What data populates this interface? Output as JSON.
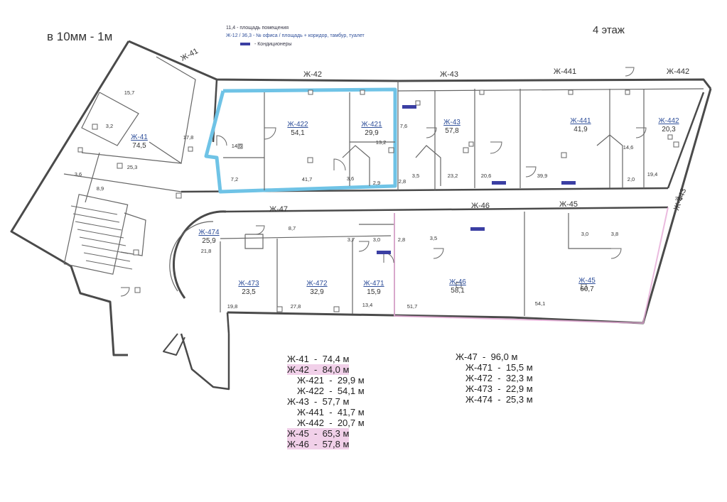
{
  "header": {
    "scale": "в 10мм - 1м",
    "floor": "4 этаж"
  },
  "legend": {
    "area_sample": "11,4",
    "area_text": "- площадь помещения",
    "office_sample": "Ж-12 / 36,3",
    "office_text": "- № офиса / площадь + коридор, тамбур, туалет",
    "ac_text": "- Кондиционеры"
  },
  "colors": {
    "wall": "#4a4a4a",
    "thin": "#666666",
    "selection": "#6fc3e6",
    "highlight": "#e6aad7",
    "label_blue": "#2f4f9a",
    "ac_tag": "#3b3fa3"
  },
  "corridors": [
    {
      "id": "c41",
      "label": "Ж-41"
    },
    {
      "id": "c42",
      "label": "Ж-42"
    },
    {
      "id": "c43",
      "label": "Ж-43"
    },
    {
      "id": "c441",
      "label": "Ж-441"
    },
    {
      "id": "c442",
      "label": "Ж-442"
    },
    {
      "id": "c443",
      "label": "Ж-443"
    },
    {
      "id": "c47",
      "label": "Ж-47"
    },
    {
      "id": "c46",
      "label": "Ж-46"
    },
    {
      "id": "c45",
      "label": "Ж-45"
    }
  ],
  "offices": [
    {
      "id": "o41",
      "code": "Ж-41",
      "area": "74,5"
    },
    {
      "id": "o422",
      "code": "Ж-422",
      "area": "54,1"
    },
    {
      "id": "o421",
      "code": "Ж-421",
      "area": "29,9"
    },
    {
      "id": "o43",
      "code": "Ж-43",
      "area": "57,8"
    },
    {
      "id": "o441",
      "code": "Ж-441",
      "area": "41,9"
    },
    {
      "id": "o442",
      "code": "Ж-442",
      "area": "20,3"
    },
    {
      "id": "o474",
      "code": "Ж-474",
      "area": "25,9"
    },
    {
      "id": "o473",
      "code": "Ж-473",
      "area": "23,5"
    },
    {
      "id": "o472",
      "code": "Ж-472",
      "area": "32,9"
    },
    {
      "id": "o471",
      "code": "Ж-471",
      "area": "15,9"
    },
    {
      "id": "o46",
      "code": "Ж-46",
      "area": "58,1"
    },
    {
      "id": "o45",
      "code": "Ж-45",
      "area": "60,7"
    }
  ],
  "rooms": [
    {
      "id": "r1",
      "area": "15,7"
    },
    {
      "id": "r2",
      "area": "3,2"
    },
    {
      "id": "r3",
      "area": "17,8"
    },
    {
      "id": "r4",
      "area": "3,6"
    },
    {
      "id": "r5",
      "area": "25,3"
    },
    {
      "id": "r6",
      "area": "8,9"
    },
    {
      "id": "r7",
      "area": "14,6"
    },
    {
      "id": "r8",
      "area": "7,2"
    },
    {
      "id": "r9",
      "area": "41,7"
    },
    {
      "id": "r10",
      "area": "13,2"
    },
    {
      "id": "r11",
      "area": "3,6"
    },
    {
      "id": "r12",
      "area": "2,9"
    },
    {
      "id": "r13",
      "area": "7,6"
    },
    {
      "id": "r14",
      "area": "2,8"
    },
    {
      "id": "r15",
      "area": "3,5"
    },
    {
      "id": "r16",
      "area": "23,2"
    },
    {
      "id": "r17",
      "area": "20,6"
    },
    {
      "id": "r18",
      "area": "39,9"
    },
    {
      "id": "r19",
      "area": "14,6"
    },
    {
      "id": "r20",
      "area": "2,0"
    },
    {
      "id": "r21",
      "area": "19,4"
    },
    {
      "id": "r22",
      "area": "3,6"
    },
    {
      "id": "r23",
      "area": "21,8"
    },
    {
      "id": "r24",
      "area": "8,7"
    },
    {
      "id": "r25",
      "area": "3,7"
    },
    {
      "id": "r26",
      "area": "3,0"
    },
    {
      "id": "r27",
      "area": "2,8"
    },
    {
      "id": "r28",
      "area": "3,5"
    },
    {
      "id": "r29",
      "area": "3,0"
    },
    {
      "id": "r30",
      "area": "3,8"
    },
    {
      "id": "r31",
      "area": "19,8"
    },
    {
      "id": "r32",
      "area": "27,8"
    },
    {
      "id": "r33",
      "area": "13,4"
    },
    {
      "id": "r34",
      "area": "51,7"
    },
    {
      "id": "r35",
      "area": "54,1"
    }
  ],
  "summary_left": [
    {
      "code": "Ж-41",
      "value": "74,4 м"
    },
    {
      "code": "Ж-42",
      "value": "84,0 м"
    },
    {
      "code": "Ж-421",
      "value": "29,9 м"
    },
    {
      "code": "Ж-422",
      "value": "54,1 м"
    },
    {
      "code": "Ж-43",
      "value": "57,7 м"
    },
    {
      "code": "Ж-441",
      "value": "41,7 м"
    },
    {
      "code": "Ж-442",
      "value": "20,7 м"
    },
    {
      "code": "Ж-45",
      "value": "65,3 м"
    },
    {
      "code": "Ж-46",
      "value": "57,8 м"
    }
  ],
  "summary_right": [
    {
      "code": "Ж-47",
      "value": "96,0 м"
    },
    {
      "code": "Ж-471",
      "value": "15,5 м"
    },
    {
      "code": "Ж-472",
      "value": "32,3 м"
    },
    {
      "code": "Ж-473",
      "value": "22,9 м"
    },
    {
      "code": "Ж-474",
      "value": "25,3 м"
    }
  ]
}
